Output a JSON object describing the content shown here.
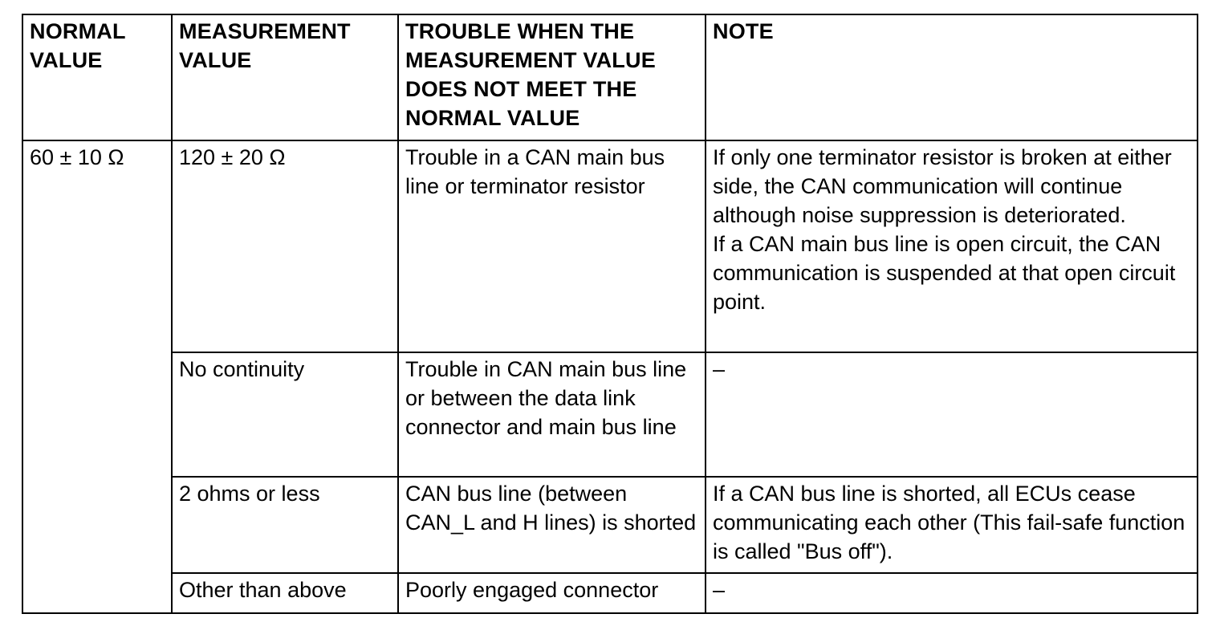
{
  "headers": {
    "normal_value": "NORMAL VALUE",
    "measurement_value": "MEASUREMENT VALUE",
    "trouble": "TROUBLE WHEN THE MEASUREMENT VALUE DOES NOT MEET THE NORMAL VALUE",
    "note": "NOTE"
  },
  "normal_value": "60 ± 10 Ω",
  "rows": [
    {
      "measurement": "120 ± 20 Ω",
      "trouble": "Trouble in a CAN main bus line or terminator resistor",
      "note_lines": [
        "If only one terminator resistor is broken at either side, the CAN communication will continue although noise suppression is deteriorated.",
        "If a CAN main bus line is open circuit, the CAN communication is suspended at that open circuit point."
      ]
    },
    {
      "measurement": "No continuity",
      "trouble": "Trouble in CAN main bus line or between the data link connector and main bus line",
      "note_lines": [
        "–"
      ]
    },
    {
      "measurement": "2 ohms or less",
      "trouble": "CAN bus line (between CAN_L and H lines) is shorted",
      "note_lines": [
        "If a CAN bus line is shorted, all ECUs cease communicating each other (This fail-safe function is called \"Bus off\")."
      ]
    },
    {
      "measurement": "Other than above",
      "trouble": "Poorly engaged connector",
      "note_lines": [
        "–"
      ]
    }
  ]
}
